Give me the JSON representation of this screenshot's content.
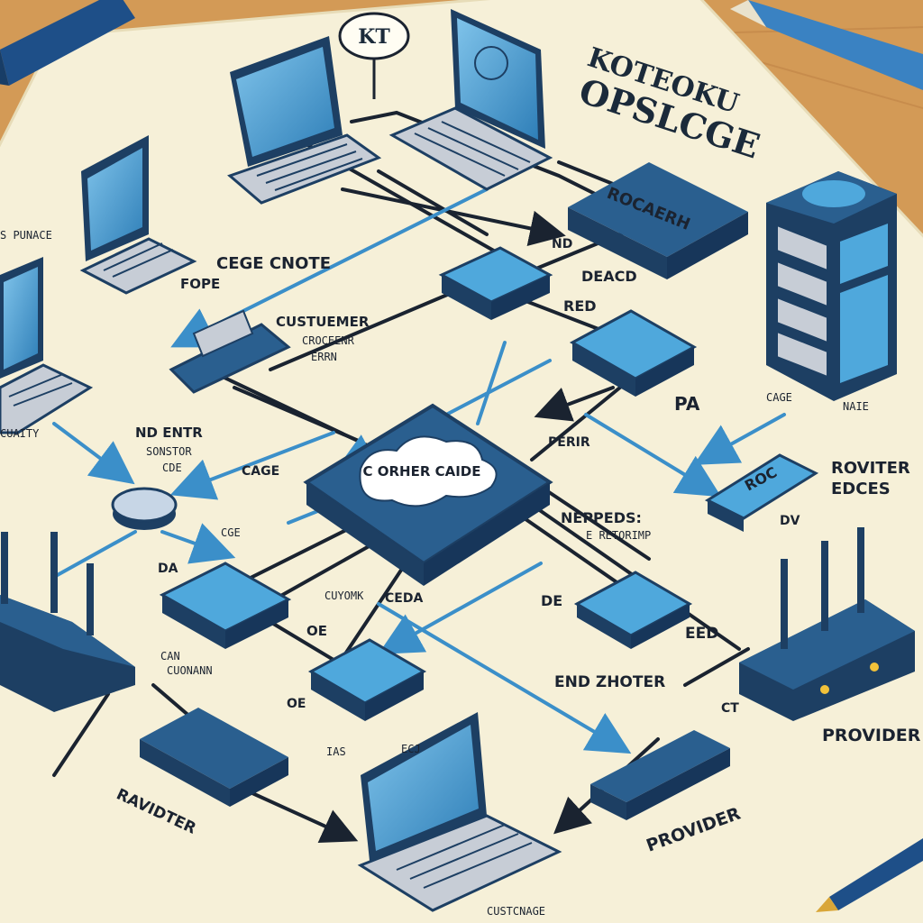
{
  "colors": {
    "table": "#d9a25f",
    "paper": "#f6f0d8",
    "device_blue": "#2a5f8f",
    "device_dark": "#1d3f63",
    "screen": "#4fa8dc",
    "link_dark": "#1a2330",
    "link_blue": "#3b8fc9"
  },
  "diagram": {
    "heading": {
      "line1": "KOTEOKU",
      "line2": "OPSLCGE"
    },
    "bubble": "KT",
    "cloud_label": "C ORHER CAIDE",
    "labels": {
      "cege_cnote": "CEGE CNOTE",
      "customer": "CUSTUEMER",
      "customer_sub1": "CROCEENR",
      "customer_sub2": "ERRN",
      "nd_entr": "ND ENTR",
      "nd_entr_sub1": "SONSTOR",
      "nd_entr_sub2": "CDE",
      "fope": "FOPE",
      "dead": "DEACD",
      "red": "RED",
      "pa": "PA",
      "roviter_edces_1": "ROVITER",
      "roviter_edces_2": "EDCES",
      "nepped": "NEPPEDS:",
      "nepped_sub": "E RETORIMP",
      "end_zhoter": "END ZHOTER",
      "eed": "EED",
      "provider_right": "PROVIDER",
      "provider_bottom": "PROVIDER",
      "ravidter": "RAVIDTER",
      "customer_bottom": "CUSTCNAGE",
      "de": "DE",
      "ceda": "CEDA",
      "da": "DA",
      "de_oe": "OE",
      "oe2": "OE",
      "cuonann": "CUONANN",
      "can": "CAN",
      "s_punace": "S PUNACE",
      "cuaity": "CUAITY",
      "perir": "PERIR",
      "dv": "DV",
      "roc": "ROC",
      "nd": "ND",
      "cgce": "CGE",
      "cage": "CAGE",
      "naie": "NAIE",
      "cnyomk": "CUYOMK",
      "cy": "CT",
      "ecj": "ECJ",
      "ias": "IAS"
    },
    "router_label": "ROCAERH"
  }
}
